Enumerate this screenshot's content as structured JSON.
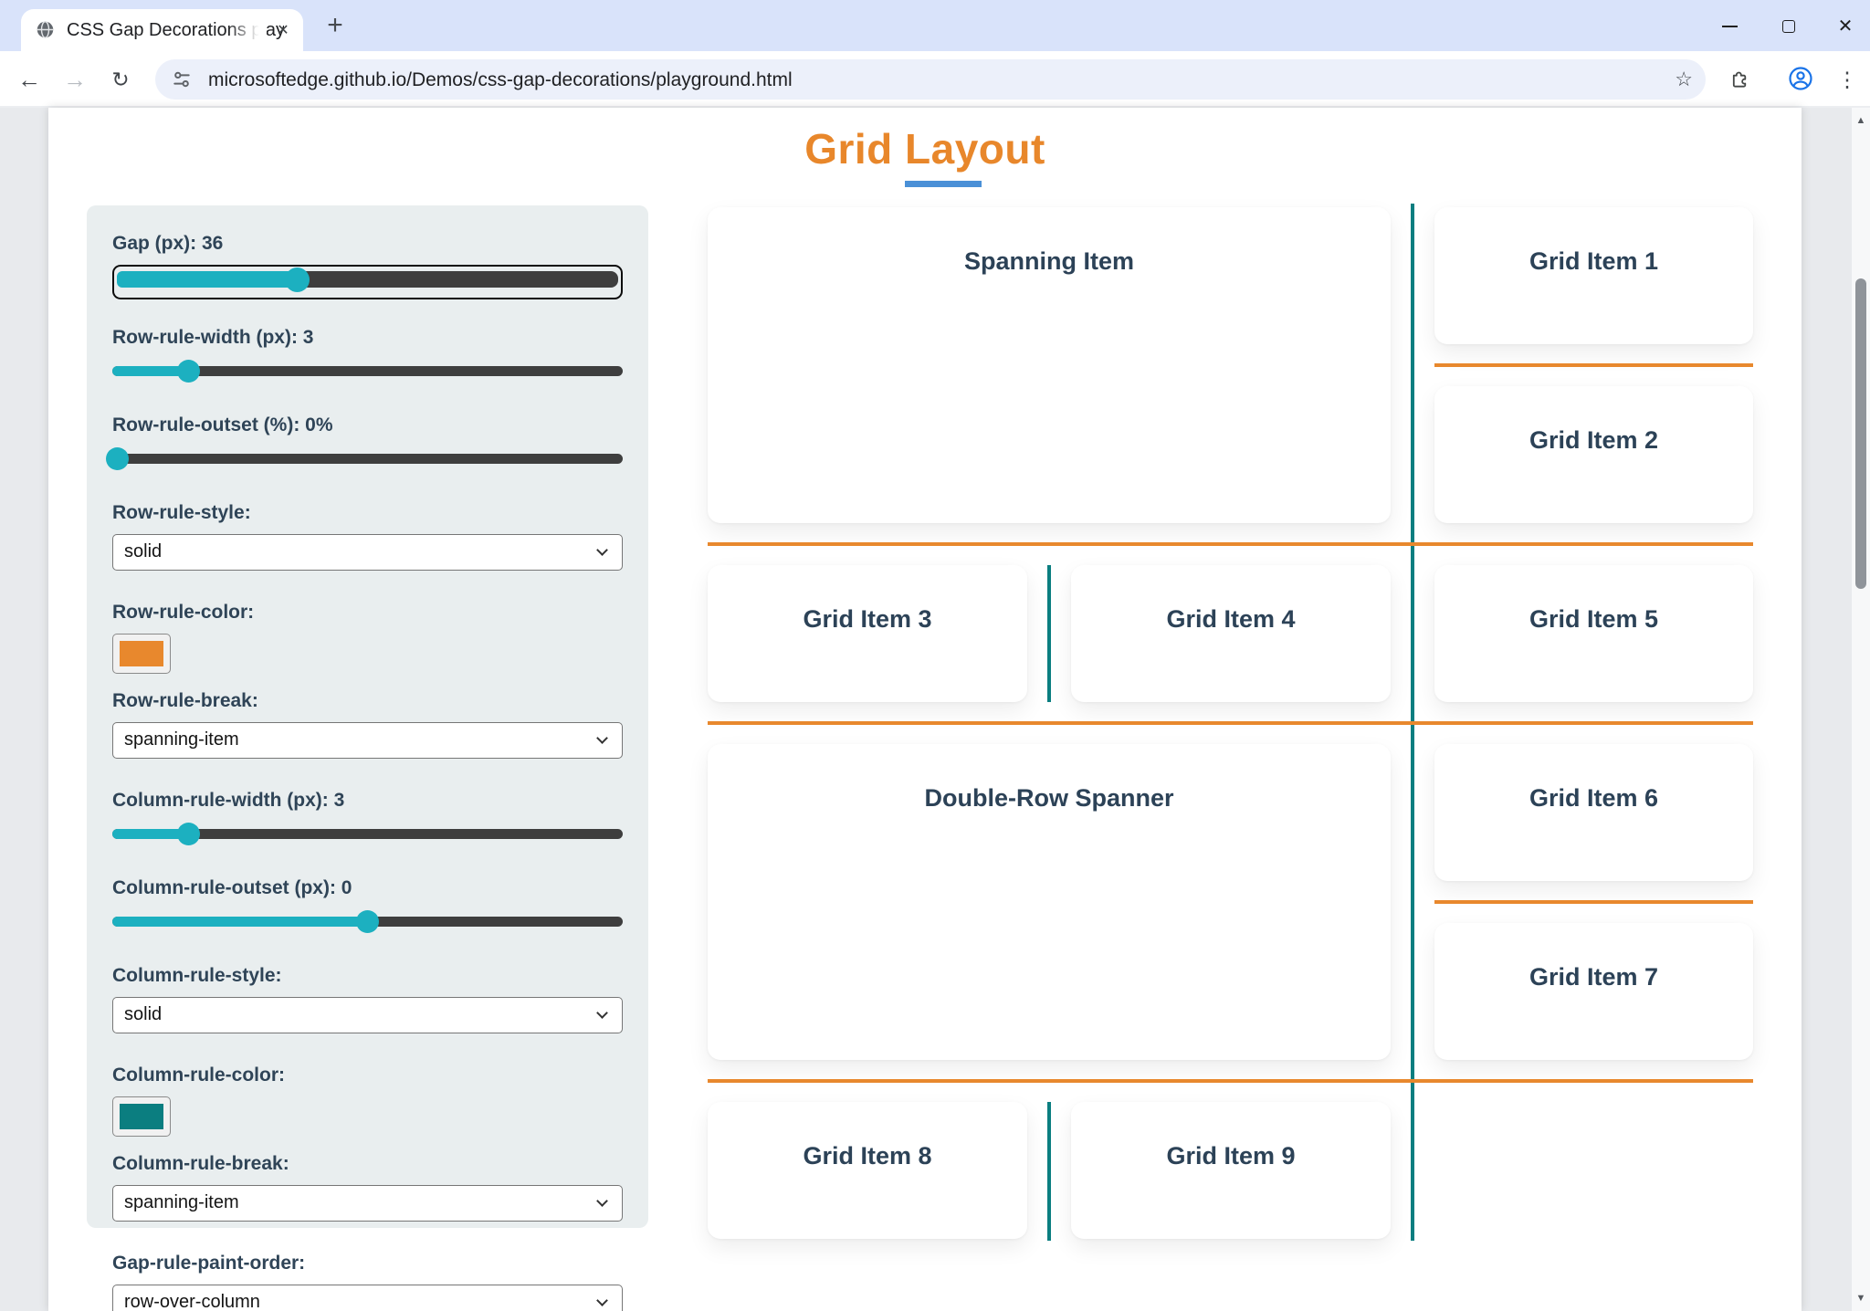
{
  "browser": {
    "tab_title": "CSS Gap Decorations playgroun",
    "url": "microsoftedge.github.io/Demos/css-gap-decorations/playground.html",
    "icons": {
      "globe_favicon": "globe",
      "tab_close": "✕",
      "new_tab": "+",
      "minimize": "–",
      "maximize": "□",
      "window_close": "✕",
      "back": "←",
      "forward": "→",
      "reload": "↻",
      "site_info_tune": "tune-sliders",
      "bookmark_star": "☆",
      "extensions_puzzle": "puzzle",
      "profile": "person-circle",
      "menu": "⋮",
      "scroll_up": "▲",
      "scroll_down": "▼"
    }
  },
  "page": {
    "title": "Grid Layout"
  },
  "sidebar": {
    "controls": [
      {
        "type": "range",
        "label": "Gap (px): 36",
        "percent": 36,
        "focused": true
      },
      {
        "type": "range",
        "label": "Row-rule-width (px): 3",
        "percent": 15
      },
      {
        "type": "range",
        "label": "Row-rule-outset (%): 0%",
        "percent": 1
      },
      {
        "type": "select",
        "label": "Row-rule-style:",
        "value": "solid"
      },
      {
        "type": "color",
        "label": "Row-rule-color:",
        "value": "#e8882d"
      },
      {
        "type": "select",
        "label": "Row-rule-break:",
        "value": "spanning-item"
      },
      {
        "type": "range",
        "label": "Column-rule-width (px): 3",
        "percent": 15
      },
      {
        "type": "range",
        "label": "Column-rule-outset (px): 0",
        "percent": 50
      },
      {
        "type": "select",
        "label": "Column-rule-style:",
        "value": "solid"
      },
      {
        "type": "color",
        "label": "Column-rule-color:",
        "value": "#0b7e80"
      },
      {
        "type": "select",
        "label": "Column-rule-break:",
        "value": "spanning-item"
      },
      {
        "type": "select",
        "label": "Gap-rule-paint-order:",
        "value": "row-over-column"
      }
    ]
  },
  "grid": {
    "items": [
      {
        "label": "Spanning Item"
      },
      {
        "label": "Grid Item 1"
      },
      {
        "label": "Grid Item 2"
      },
      {
        "label": "Grid Item 3"
      },
      {
        "label": "Grid Item 4"
      },
      {
        "label": "Grid Item 5"
      },
      {
        "label": "Double-Row Spanner"
      },
      {
        "label": "Grid Item 6"
      },
      {
        "label": "Grid Item 7"
      },
      {
        "label": "Grid Item 8"
      },
      {
        "label": "Grid Item 9"
      }
    ]
  },
  "colors": {
    "accent_orange": "#e8872b",
    "row_rule_orange": "#e8882d",
    "column_rule_teal": "#0b7e80",
    "slider_cyan": "#1cb0c0",
    "title_underline_blue": "#4a90d7",
    "panel_bg": "#e9eeef",
    "tabstrip_bg": "#d9e3fa"
  }
}
